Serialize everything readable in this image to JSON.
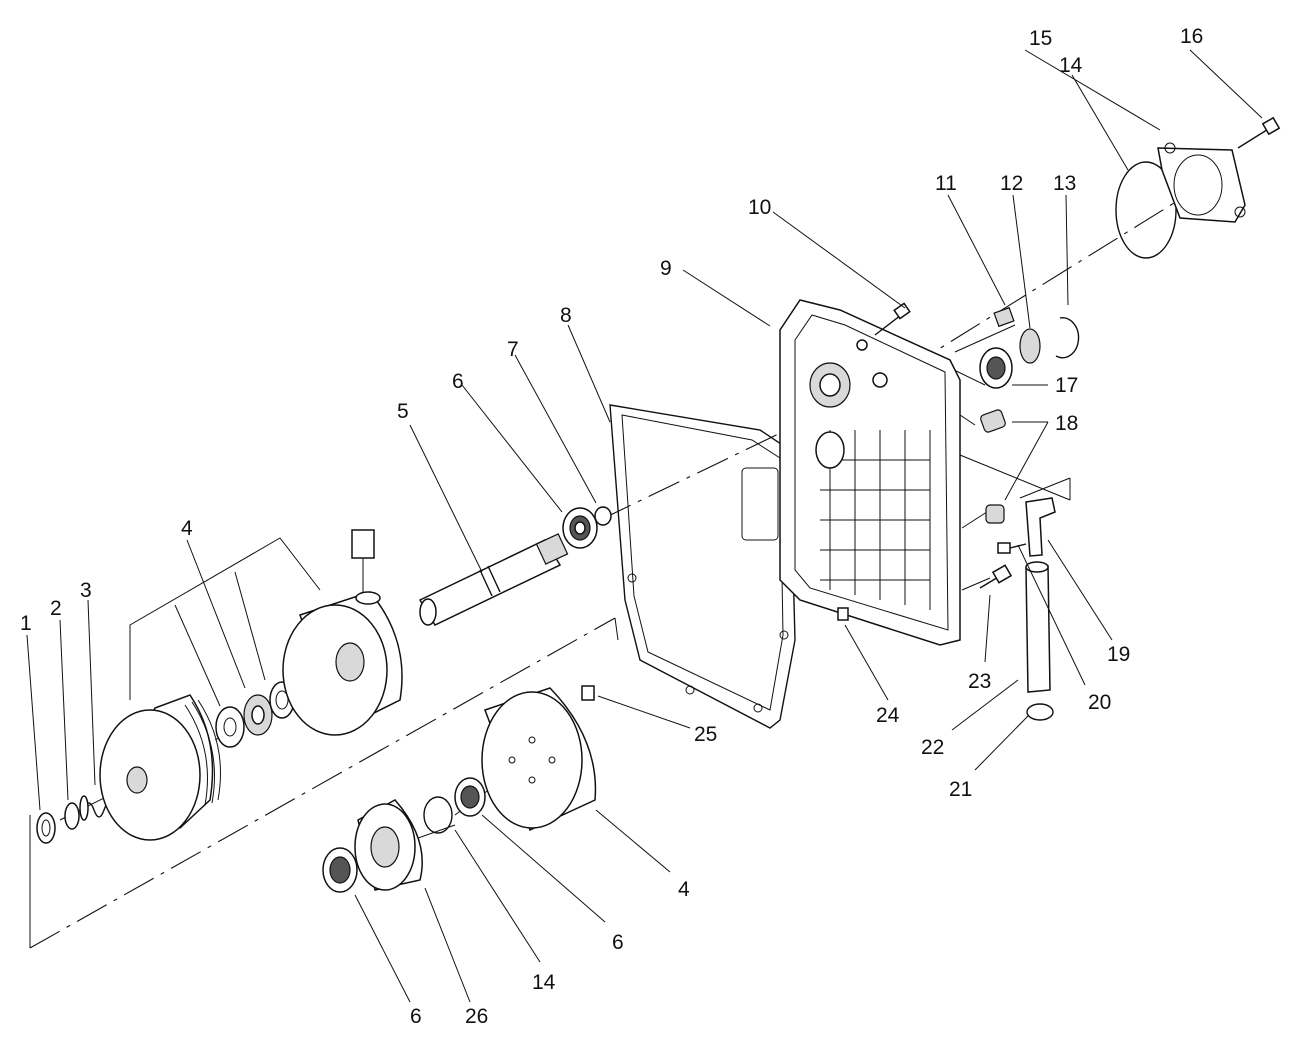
{
  "diagram": {
    "callouts": [
      {
        "id": "c1",
        "label": "1"
      },
      {
        "id": "c2",
        "label": "2"
      },
      {
        "id": "c3",
        "label": "3"
      },
      {
        "id": "c4a",
        "label": "4"
      },
      {
        "id": "c5",
        "label": "5"
      },
      {
        "id": "c6a",
        "label": "6"
      },
      {
        "id": "c7",
        "label": "7"
      },
      {
        "id": "c8",
        "label": "8"
      },
      {
        "id": "c9",
        "label": "9"
      },
      {
        "id": "c10",
        "label": "10"
      },
      {
        "id": "c11",
        "label": "11"
      },
      {
        "id": "c12",
        "label": "12"
      },
      {
        "id": "c13",
        "label": "13"
      },
      {
        "id": "c14a",
        "label": "14"
      },
      {
        "id": "c15",
        "label": "15"
      },
      {
        "id": "c16",
        "label": "16"
      },
      {
        "id": "c17",
        "label": "17"
      },
      {
        "id": "c18",
        "label": "18"
      },
      {
        "id": "c19",
        "label": "19"
      },
      {
        "id": "c20",
        "label": "20"
      },
      {
        "id": "c21",
        "label": "21"
      },
      {
        "id": "c22",
        "label": "22"
      },
      {
        "id": "c23",
        "label": "23"
      },
      {
        "id": "c24",
        "label": "24"
      },
      {
        "id": "c25",
        "label": "25"
      },
      {
        "id": "c4b",
        "label": "4"
      },
      {
        "id": "c6b",
        "label": "6"
      },
      {
        "id": "c14b",
        "label": "14"
      },
      {
        "id": "c26",
        "label": "26"
      },
      {
        "id": "c6c",
        "label": "6"
      }
    ]
  }
}
